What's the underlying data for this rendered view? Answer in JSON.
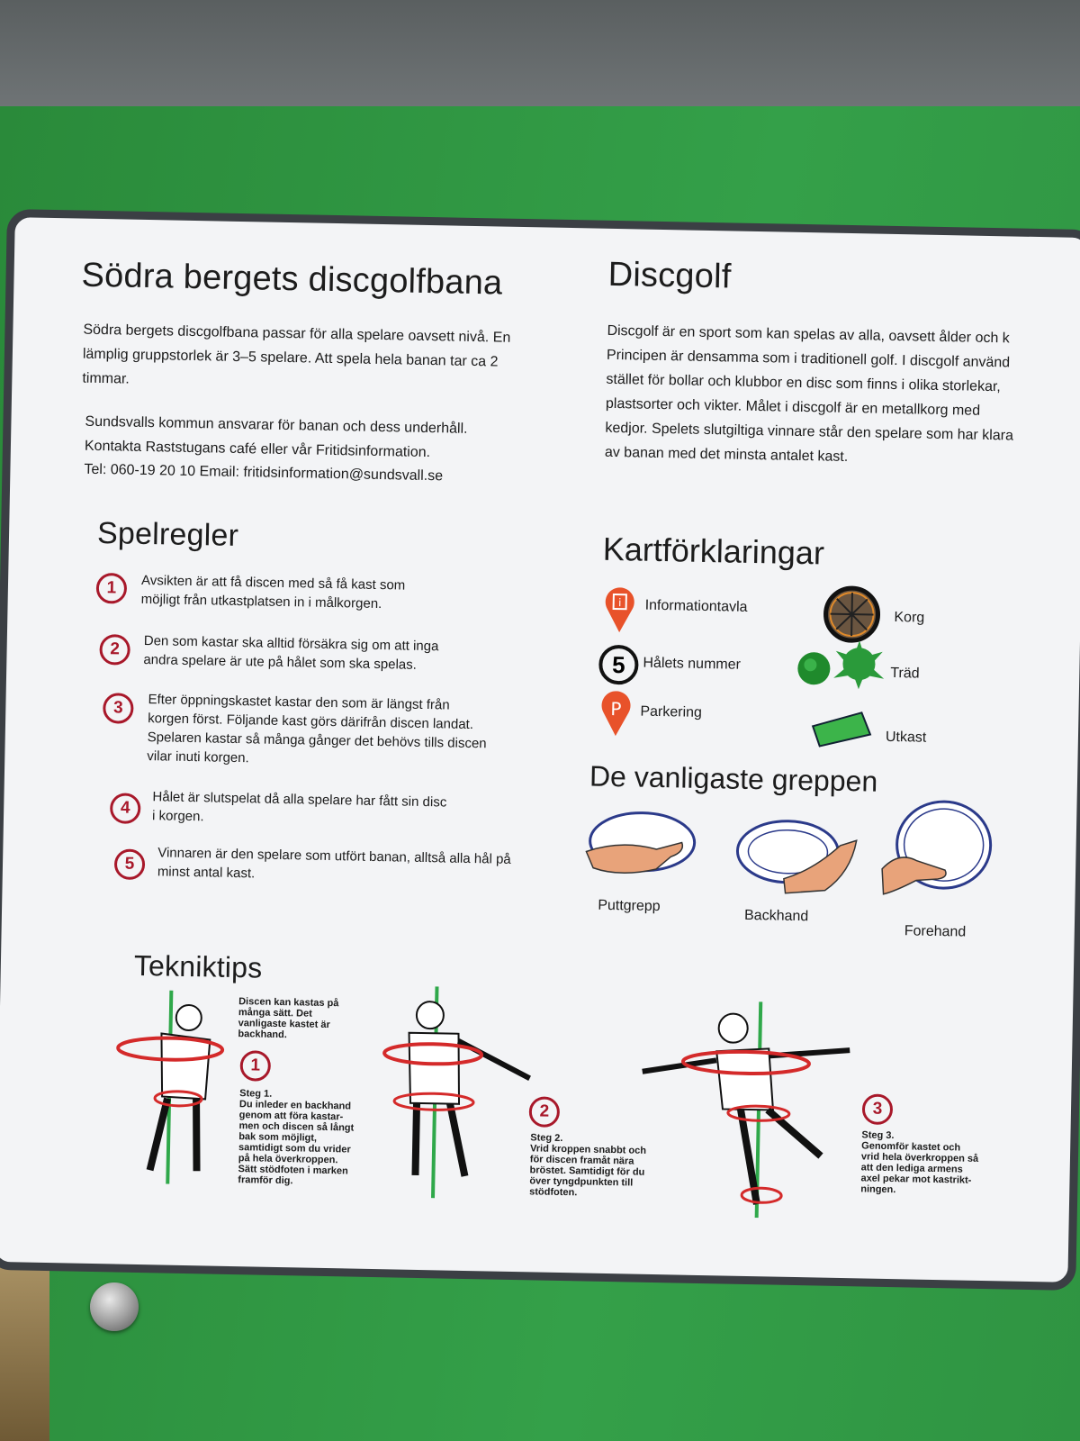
{
  "intro": {
    "title": "Södra bergets discgolfbana",
    "text1": "Södra bergets discgolfbana passar för alla spelare oavsett nivå. En\nlämplig gruppstorlek är 3–5 spelare. Att spela hela banan tar ca 2\ntimmar.",
    "text2": "Sundsvalls kommun ansvarar för banan och dess underhåll.\nKontakta Raststugans café eller vår Fritidsinformation.",
    "contact": "Tel: 060-19 20 10   Email: fritidsinformation@sundsvall.se"
  },
  "discgolf": {
    "title": "Discgolf",
    "text": "Discgolf är en sport som kan spelas av alla, oavsett ålder och k\nPrincipen är densamma som i traditionell golf. I discgolf använd\nstället för bollar och klubbor en disc som finns i olika storlekar,\nplastsorter och vikter. Målet i discgolf är en metallkorg med\nkedjor. Spelets slutgiltiga vinnare står den spelare som har klara\nav banan med det minsta antalet kast."
  },
  "rules": {
    "title": "Spelregler",
    "items": [
      {
        "num": "1",
        "text": "Avsikten är att få discen med så få kast som\nmöjligt från utkastplatsen in i målkorgen."
      },
      {
        "num": "2",
        "text": "Den som kastar ska alltid försäkra sig om att inga\nandra spelare är ute på hålet som ska spelas."
      },
      {
        "num": "3",
        "text": "Efter öppningskastet kastar den som är längst från\nkorgen först. Följande kast görs därifrån discen landat.\nSpelaren kastar så många gånger det behövs tills discen\nvilar inuti korgen."
      },
      {
        "num": "4",
        "text": "Hålet är slutspelat då alla spelare har fått sin disc\ni korgen."
      },
      {
        "num": "5",
        "text": "Vinnaren är den spelare som utfört banan, alltså alla hål på\nminst antal kast."
      }
    ]
  },
  "legend": {
    "title": "Kartförklaringar",
    "info_label": "Informationtavla",
    "hole_number": "5",
    "hole_label": "Hålets nummer",
    "parking_symbol": "P",
    "parking_label": "Parkering",
    "basket_label": "Korg",
    "tree_label": "Träd",
    "tee_label": "Utkast"
  },
  "grips": {
    "title": "De vanligaste greppen",
    "items": [
      "Puttgrepp",
      "Backhand",
      "Forehand"
    ]
  },
  "tips": {
    "title": "Tekniktips",
    "intro": "Discen kan kastas på\nmånga sätt. Det\nvanligaste kastet är\nbackhand.",
    "steps": [
      {
        "num": "1",
        "text": "Steg 1.\nDu inleder en backhand\ngenom att föra kastar-\nmen och discen så långt\nbak som möjligt,\nsamtidigt som du vrider\npå hela överkroppen.\nSätt stödfoten i marken\nframför dig."
      },
      {
        "num": "2",
        "text": "Steg 2.\nVrid kroppen snabbt och\nför discen framåt nära\nbröstet. Samtidigt för du\növer tyngdpunkten till\nstödfoten."
      },
      {
        "num": "3",
        "text": "Steg 3.\nGenomför kastet och\nvrid hela överkroppen så\natt den lediga armens\naxel pekar mot kastrikt-\nningen."
      }
    ]
  },
  "colors": {
    "sign_green": "#2f9442",
    "rule_red": "#a8182a",
    "pin_orange": "#e8522a"
  }
}
